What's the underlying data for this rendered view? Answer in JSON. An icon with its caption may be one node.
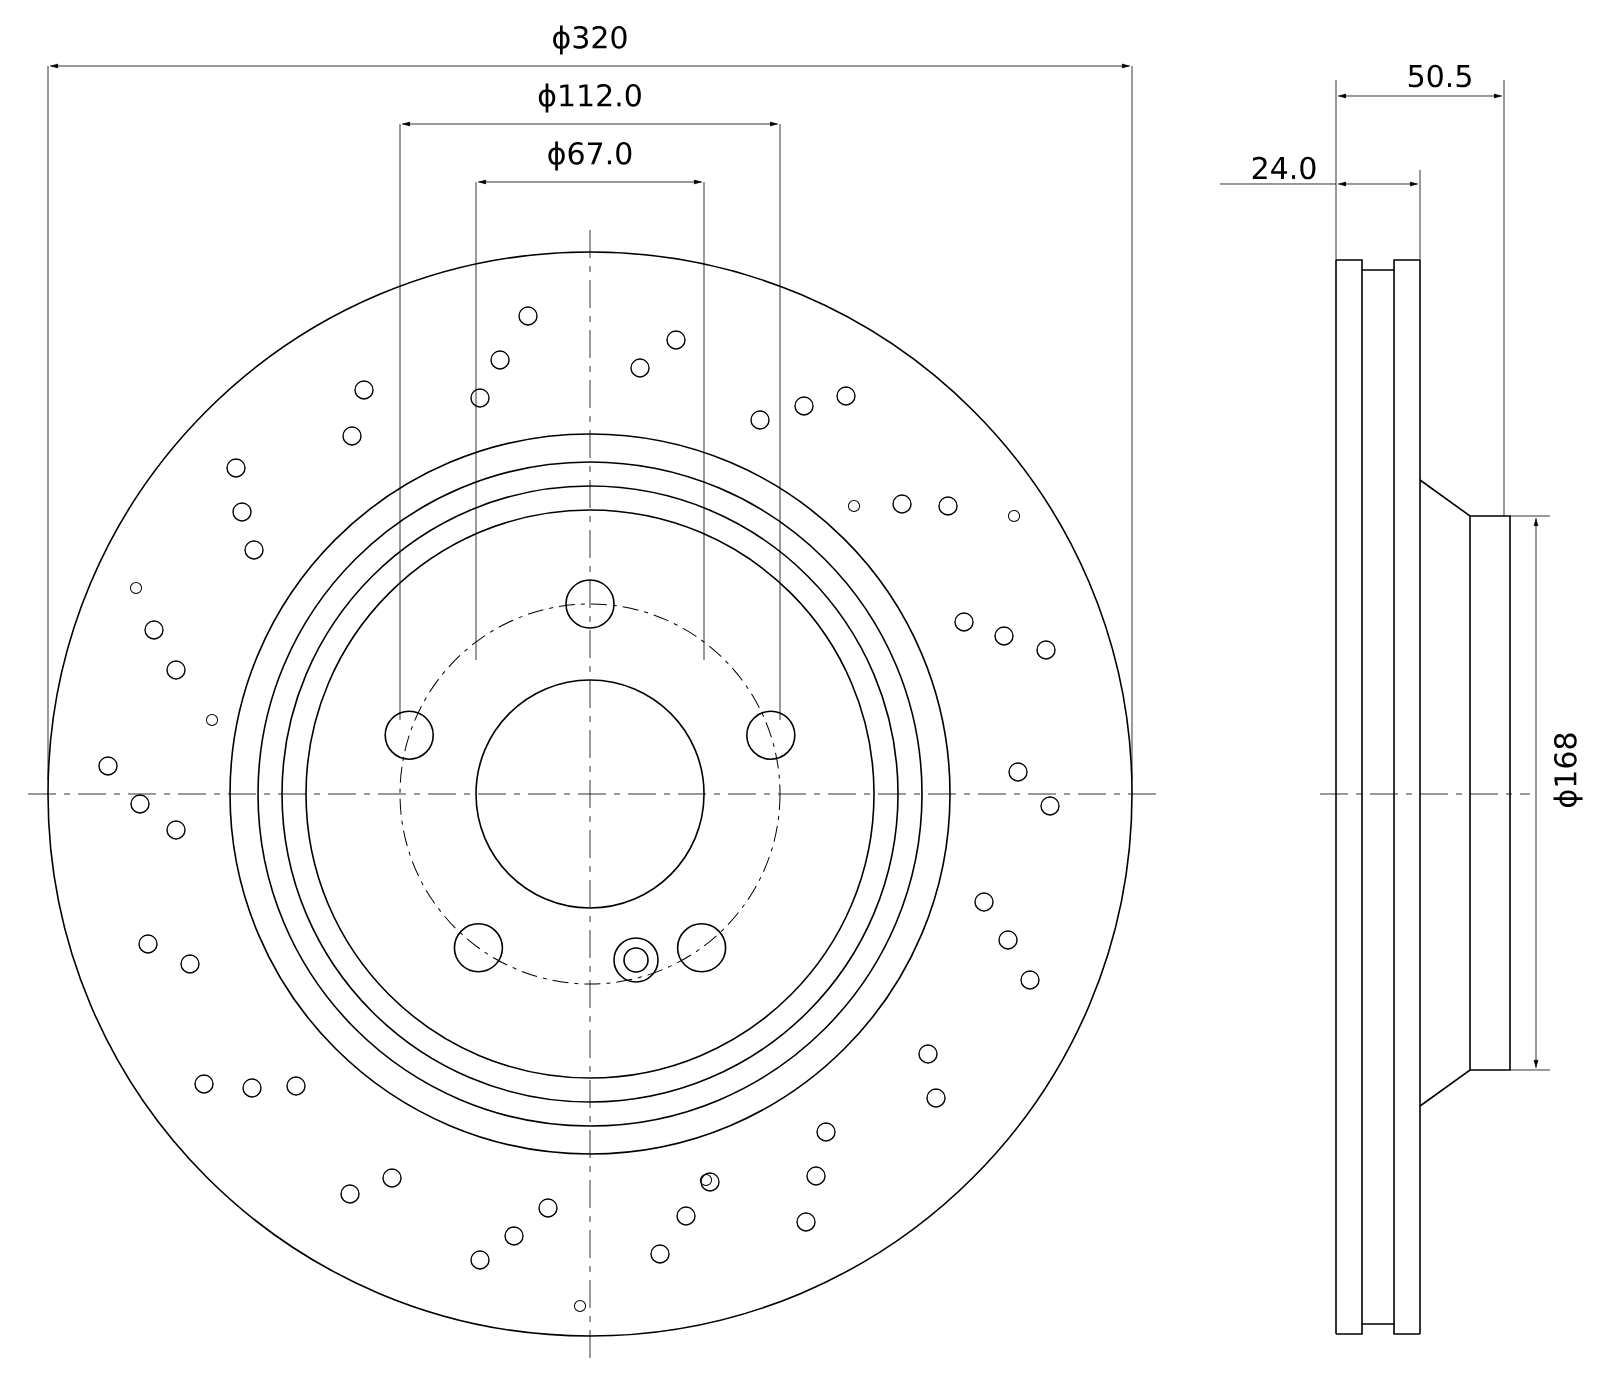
{
  "diagram": {
    "labels": [
      "ϕ320",
      "ϕ112.0",
      "ϕ67.0",
      "50.5",
      "24.0",
      "ϕ168"
    ]
  }
}
